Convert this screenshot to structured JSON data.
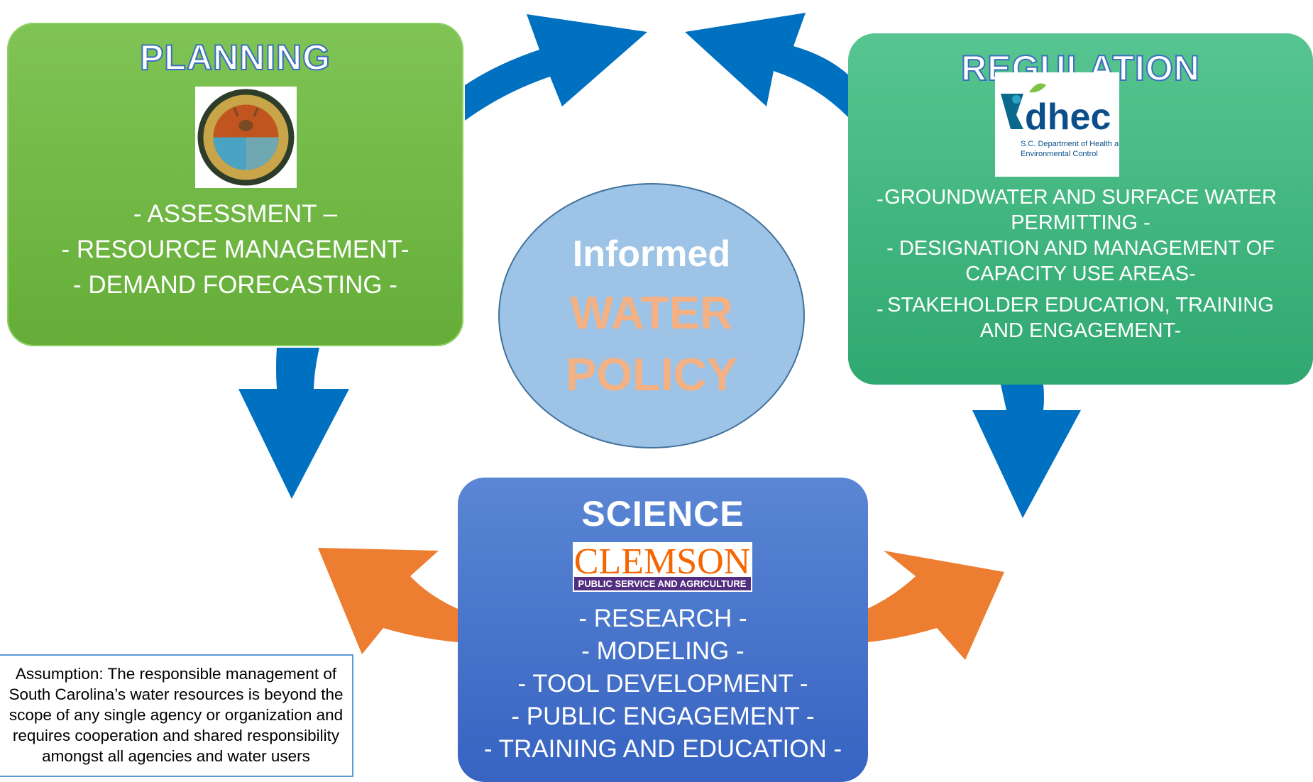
{
  "colors": {
    "blue_arrow": "#0070c0",
    "orange_arrow": "#ed7d31",
    "planning": "#70b544",
    "regulation": "#45b882",
    "science": "#4472c4",
    "center": "#9dc3e6",
    "policy_text": "#f4b183"
  },
  "planning": {
    "title": "PLANNING",
    "logo_icon": "sc-dnr-seal-icon",
    "lines": [
      "- ASSESSMENT –",
      "- RESOURCE MANAGEMENT-",
      "- DEMAND FORECASTING -"
    ]
  },
  "regulation": {
    "title": "REGULATION",
    "logo_icon": "dhec-logo-icon",
    "logo_text": "dhec",
    "logo_sub1": "S.C. Department of Health and",
    "logo_sub2": "Environmental Control",
    "lines": [
      "GROUNDWATER AND SURFACE WATER",
      "PERMITTING -",
      "- DESIGNATION AND MANAGEMENT OF",
      "CAPACITY USE AREAS-",
      "STAKEHOLDER EDUCATION, TRAINING",
      "AND ENGAGEMENT-"
    ],
    "dash": "-"
  },
  "science": {
    "title": "SCIENCE",
    "logo_icon": "clemson-logo-icon",
    "logo_text": "CLEMSON",
    "logo_sub": "PUBLIC SERVICE AND AGRICULTURE",
    "lines": [
      "- RESEARCH -",
      "- MODELING -",
      "- TOOL DEVELOPMENT -",
      "- PUBLIC ENGAGEMENT -",
      "- TRAINING AND EDUCATION -"
    ]
  },
  "center": {
    "line1": "Informed",
    "line2": "WATER",
    "line3": "POLICY"
  },
  "note": {
    "lines": [
      "Assumption: The responsible management of",
      "South Carolina’s water resources is beyond the",
      "scope of any single agency or organization and",
      "requires cooperation and shared responsibility",
      "amongst all agencies and water users"
    ]
  }
}
